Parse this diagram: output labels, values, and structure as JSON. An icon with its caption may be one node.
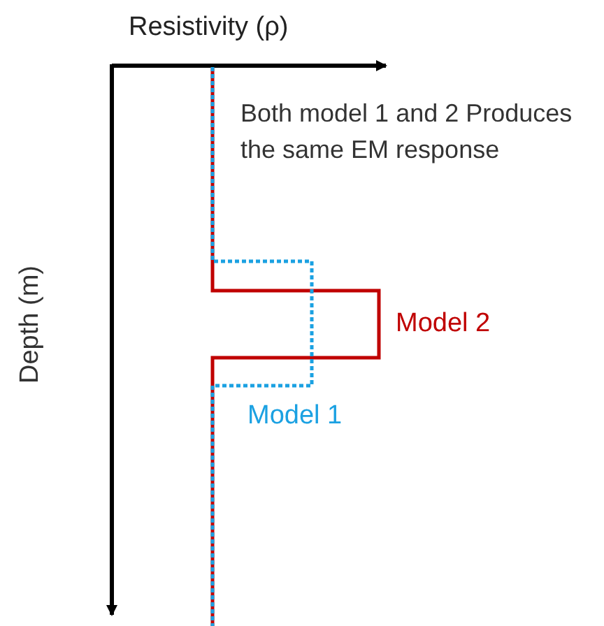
{
  "diagram": {
    "labels": [
      "Resistivity (ρ)",
      "Depth (m)",
      "Both model 1 and 2 Produces the same EM response",
      "Model 2",
      "Model 1"
    ]
  }
}
